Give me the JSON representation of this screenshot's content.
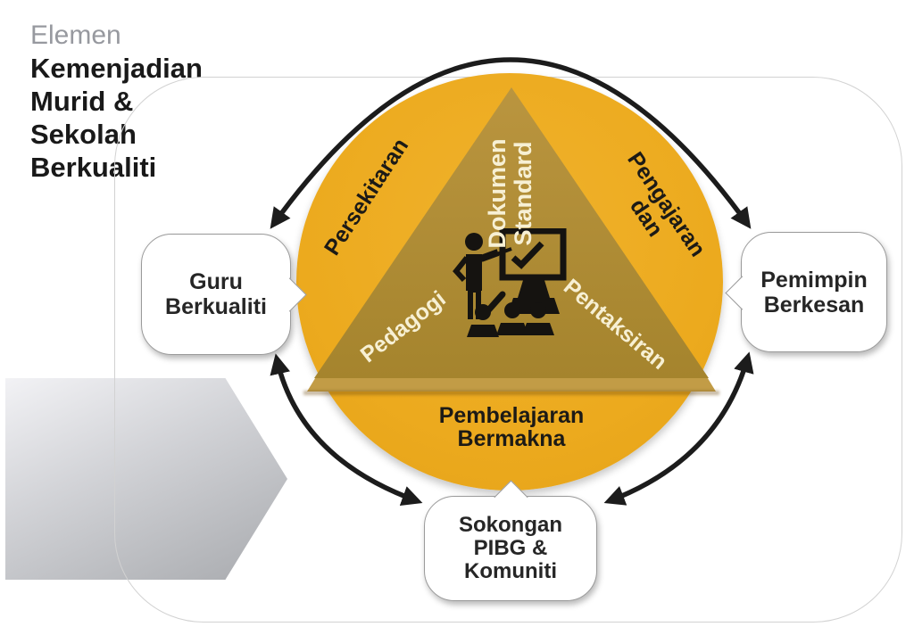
{
  "colors": {
    "circle": "#ECAA1E",
    "triangle_top": "#BA953F",
    "triangle_bottom": "#A5842D",
    "bevel": "#C29C46",
    "cream": "#F7F0D4",
    "arrow_ink": "#1c1c1c",
    "bubble_border": "#9a9a9a",
    "elemen_gray": "#97999f"
  },
  "side_label": {
    "prefix": "Elemen",
    "line1": "Kemenjadian",
    "line2": "Murid &",
    "line3": "Sekolah",
    "line4": "Berkualiti"
  },
  "ring_labels": {
    "top_left": "Persekitaran",
    "top_right_line1": "Pengajaran",
    "top_right_line2": "dan",
    "bottom_line1": "Pembelajaran",
    "bottom_line2": "Bermakna"
  },
  "triangle_labels": {
    "vertical_line1": "Dokumen",
    "vertical_line2": "Standard",
    "left": "Pedagogi",
    "right": "Pentaksiran"
  },
  "bubbles": {
    "left": {
      "line1": "Guru",
      "line2": "Berkualiti"
    },
    "right": {
      "line1": "Pemimpin",
      "line2": "Berkesan"
    },
    "bottom": {
      "line1": "Sokongan",
      "line2": "PIBG &",
      "line3": "Komuniti"
    }
  },
  "icon": {
    "center": "teacher-classroom-pictogram"
  }
}
